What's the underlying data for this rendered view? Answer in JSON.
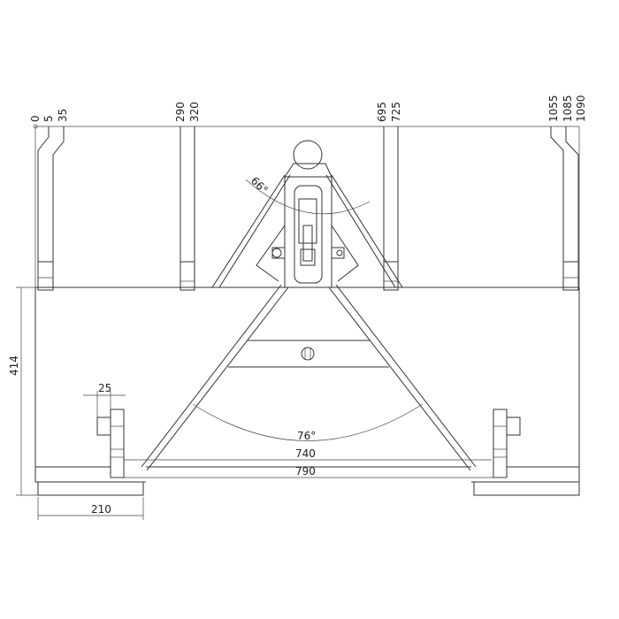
{
  "top_dimensions": [
    "0",
    "5",
    "35",
    "290",
    "320",
    "695",
    "725",
    "1055",
    "1085",
    "1090"
  ],
  "height_dimension": "414",
  "foot_width_dimension": "210",
  "pin_offset_dimension": "25",
  "inner_width_dimension": "740",
  "outer_width_dimension": "790",
  "lower_angle": "76°",
  "upper_angle": "66°",
  "line_color": "#333333"
}
